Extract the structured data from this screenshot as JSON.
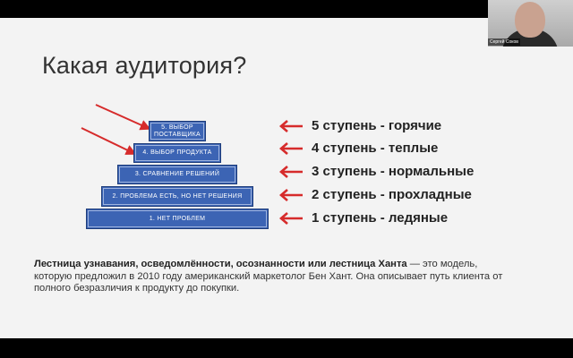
{
  "slide": {
    "title": "Какая аудитория?",
    "pyramid": [
      {
        "label": "5. ВЫБОР\nПОСТАВЩИКА"
      },
      {
        "label": "4. ВЫБОР ПРОДУКТА"
      },
      {
        "label": "3. СРАВНЕНИЕ РЕШЕНИЙ"
      },
      {
        "label": "2. ПРОБЛЕМА ЕСТЬ, НО НЕТ РЕШЕНИЯ"
      },
      {
        "label": "1. НЕТ ПРОБЛЕМ"
      }
    ],
    "levels": [
      {
        "label": "5 ступень - горячие"
      },
      {
        "label": "4 ступень - теплые"
      },
      {
        "label": "3 ступень - нормальные"
      },
      {
        "label": "2 ступень - прохладные"
      },
      {
        "label": "1 ступень - ледяные"
      }
    ],
    "description": {
      "bold": "Лестница узнавания, осведомлённости, осознанности или лестница Ханта",
      "rest": " — это модель, которую предложил в 2010 году американский маркетолог Бен Хант. Она описывает путь клиента от полного безразличия к продукту до покупки."
    }
  },
  "video": {
    "participant_name": "Сергей Соков"
  },
  "colors": {
    "step_fill": "#3c64b4",
    "arrow_red": "#d62b2b",
    "slide_bg": "#f3f3f3"
  }
}
